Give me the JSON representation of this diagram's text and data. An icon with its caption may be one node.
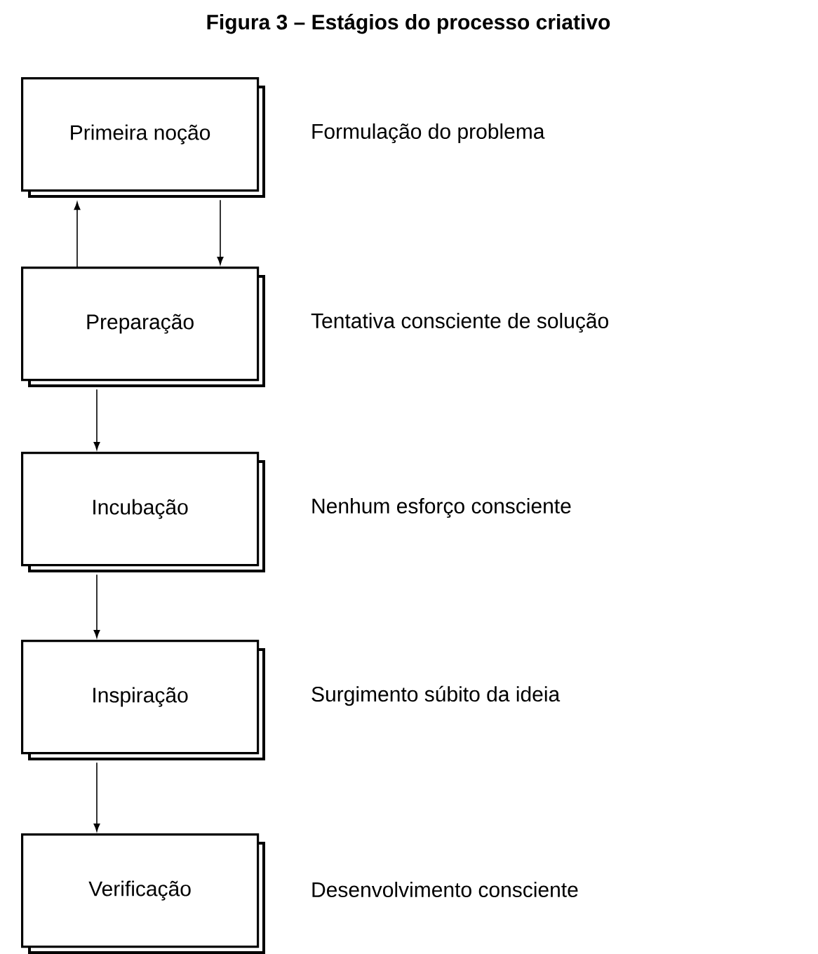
{
  "diagram": {
    "title": "Figura 3 – Estágios do processo criativo",
    "nodes": [
      {
        "text": [
          "Primeira noção"
        ],
        "beside": [
          "Formulação do problema"
        ]
      },
      {
        "text": [
          "Preparação"
        ],
        "beside": [
          "Tentativa consciente de solução"
        ]
      },
      {
        "text": [
          "Incubação"
        ],
        "beside": [
          "Nenhum esforço consciente"
        ]
      },
      {
        "text": [
          "Inspiração"
        ],
        "beside": [
          "Surgimento súbito da ideia"
        ]
      },
      {
        "text": [
          "Verificação"
        ],
        "beside": [
          "Desenvolvimento consciente"
        ]
      }
    ],
    "edges": [
      {
        "from": 0,
        "to": 1,
        "arrow": "to"
      },
      {
        "from": 1,
        "to": 0,
        "arrow": "to"
      },
      {
        "from": 1,
        "to": 2,
        "arrow": "to"
      },
      {
        "from": 2,
        "to": 3,
        "arrow": "to"
      },
      {
        "from": 3,
        "to": 4,
        "arrow": "to"
      }
    ]
  }
}
